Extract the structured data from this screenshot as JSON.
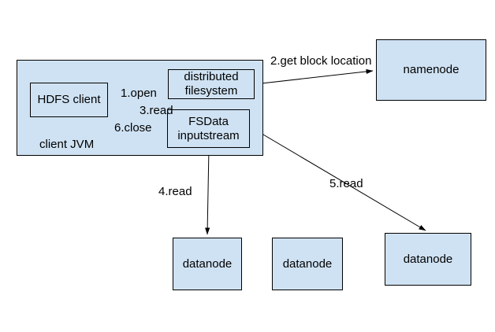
{
  "diagram": {
    "colors": {
      "background": "#ffffff",
      "box_fill": "#cfe2f3",
      "box_border": "#000000",
      "text": "#000000",
      "arrow": "#000000"
    },
    "nodes": {
      "client_jvm": {
        "label": "client JVM"
      },
      "hdfs_client": {
        "label": "HDFS client"
      },
      "distributed_filesystem": {
        "label": "distributed filesystem"
      },
      "fsdata_inputstream": {
        "label": "FSData inputstream"
      },
      "namenode": {
        "label": "namenode"
      },
      "datanode_1": {
        "label": "datanode"
      },
      "datanode_2": {
        "label": "datanode"
      },
      "datanode_3": {
        "label": "datanode"
      }
    },
    "edges": [
      {
        "label": "1.open",
        "from": "hdfs_client",
        "to": "distributed_filesystem"
      },
      {
        "label": "2.get block location",
        "from": "distributed_filesystem",
        "to": "namenode"
      },
      {
        "label": "3.read",
        "from": "hdfs_client",
        "to": "fsdata_inputstream"
      },
      {
        "label": "4.read",
        "from": "fsdata_inputstream",
        "to": "datanode_1"
      },
      {
        "label": "5.read",
        "from": "fsdata_inputstream",
        "to": "datanode_3"
      },
      {
        "label": "6.close",
        "from": "hdfs_client",
        "to": "fsdata_inputstream"
      }
    ]
  }
}
